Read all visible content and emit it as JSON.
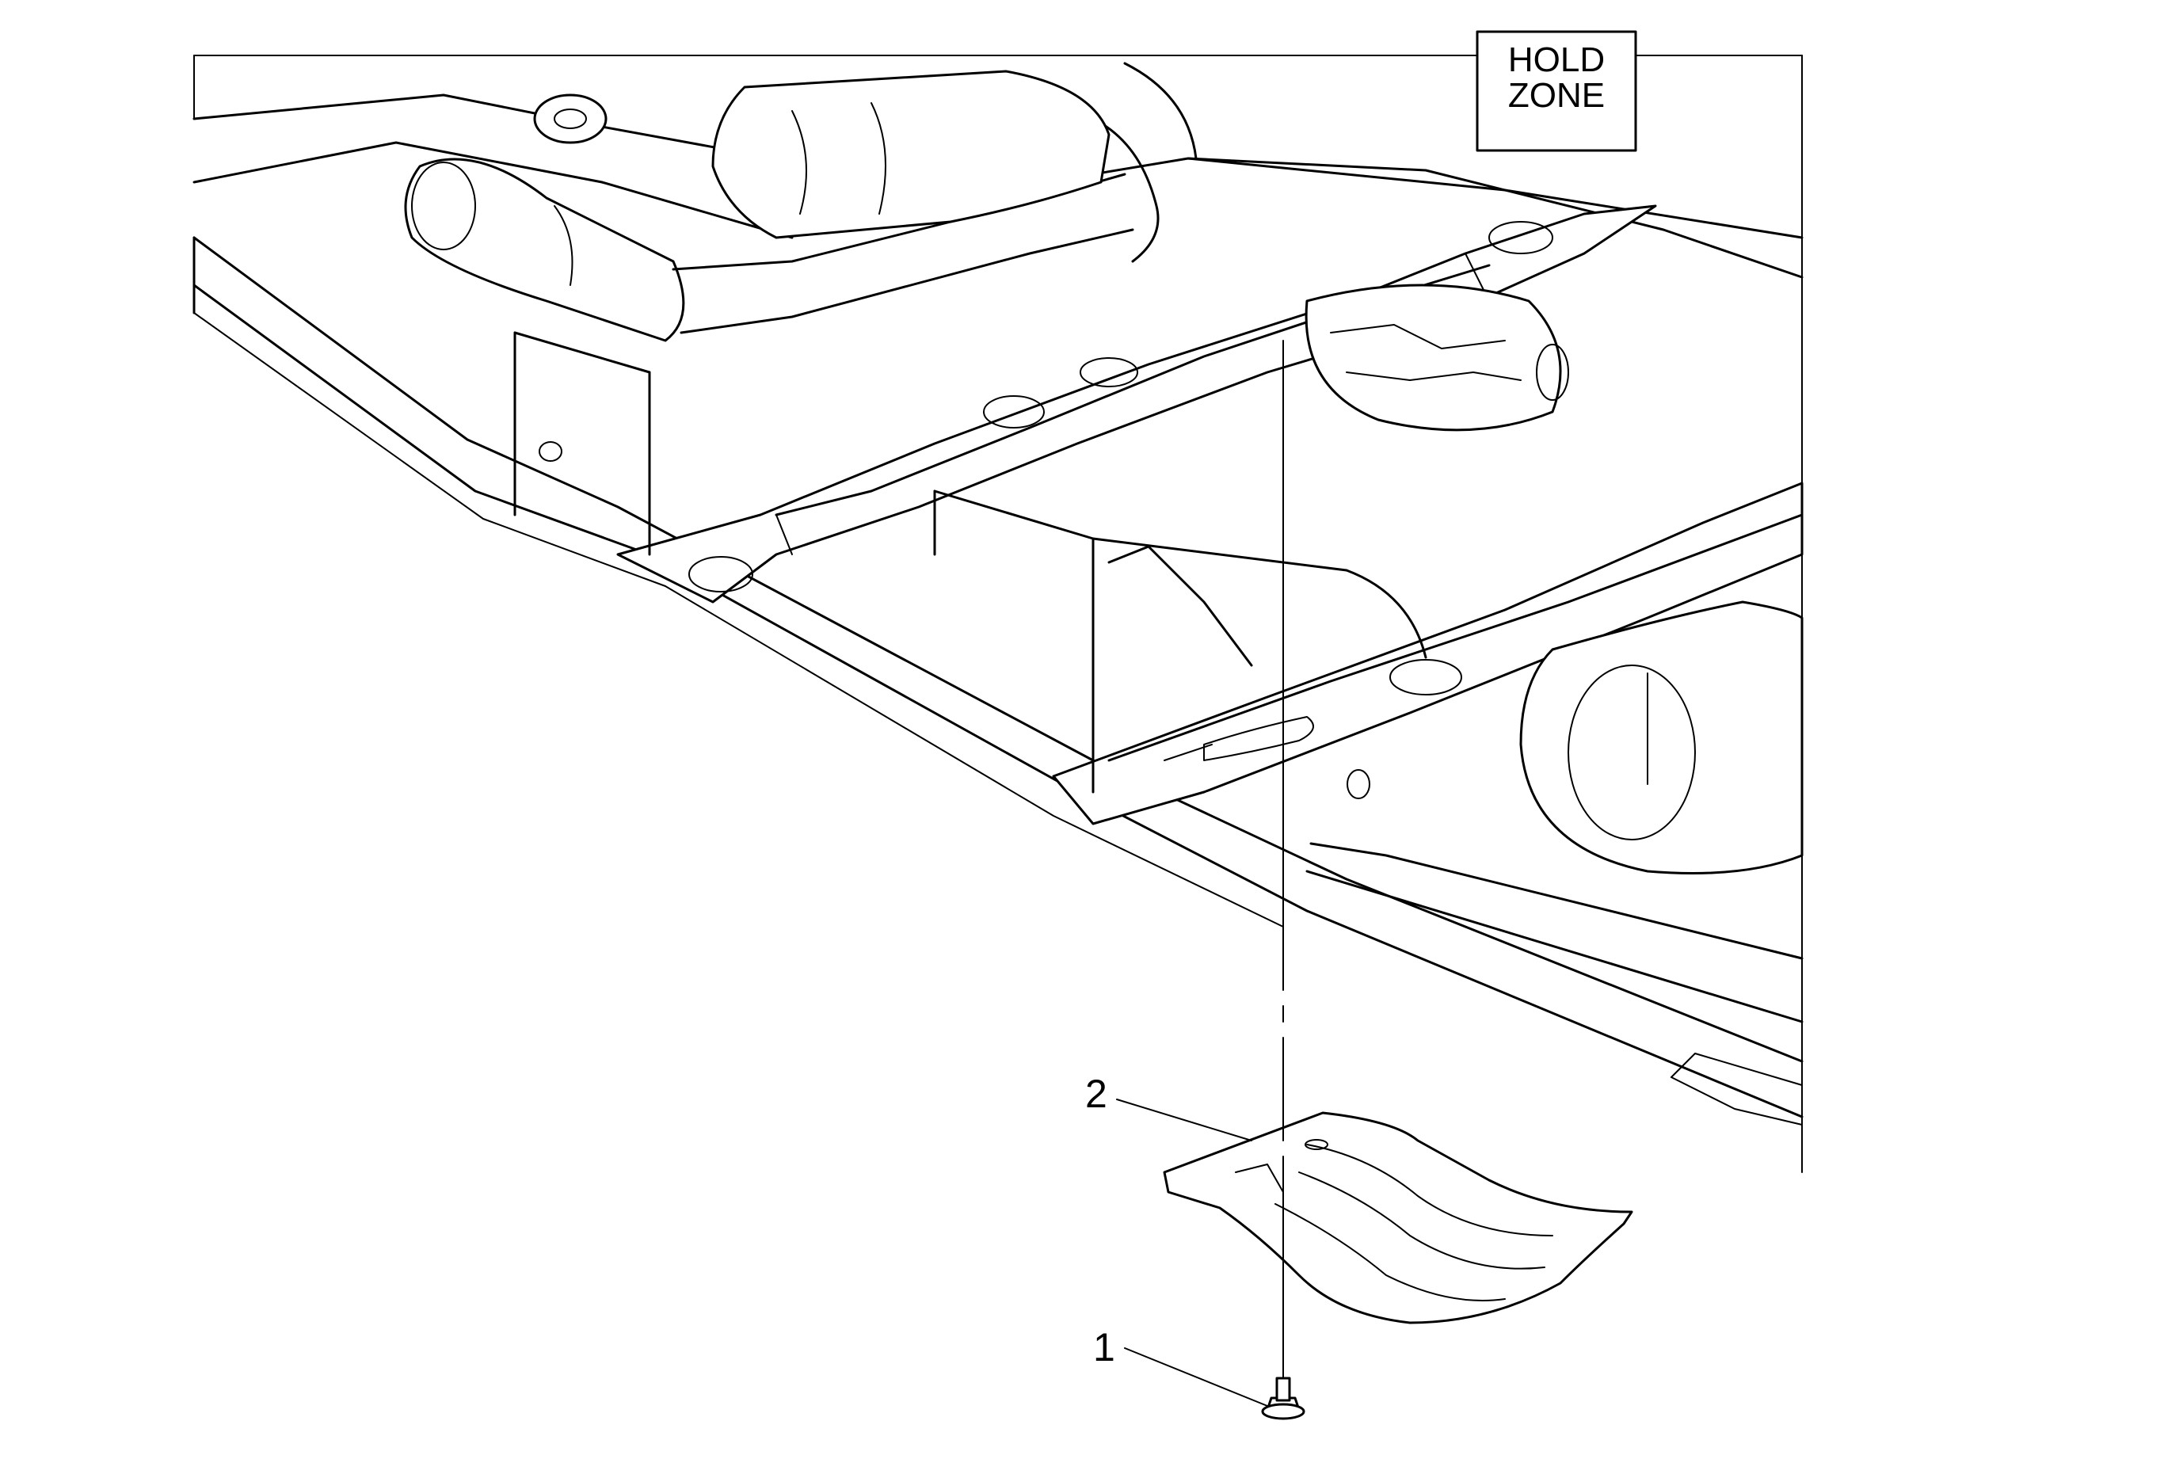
{
  "callouts": [
    {
      "label": "1",
      "part": "bolt"
    },
    {
      "label": "2",
      "part": "shield"
    }
  ],
  "sign": {
    "line1": "HOLD",
    "line2": "ZONE"
  },
  "colors": {
    "ink": "#000000",
    "paper": "#ffffff"
  }
}
